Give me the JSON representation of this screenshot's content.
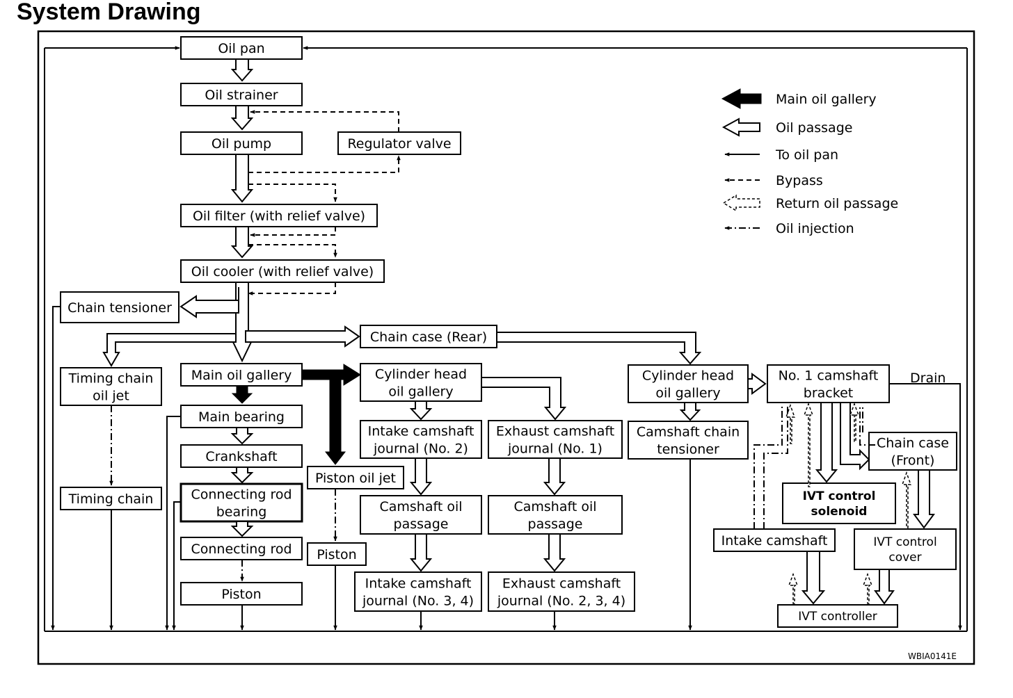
{
  "title": "System Drawing",
  "code": "WBIA0141E",
  "drain_label": "Drain",
  "boxes": {
    "oil_pan": [
      "Oil pan"
    ],
    "oil_strainer": [
      "Oil strainer"
    ],
    "oil_pump": [
      "Oil pump"
    ],
    "regulator_valve": [
      "Regulator valve"
    ],
    "oil_filter": [
      "Oil filter (with relief valve)"
    ],
    "oil_cooler": [
      "Oil cooler (with relief valve)"
    ],
    "chain_tensioner": [
      "Chain tensioner"
    ],
    "chain_case_rear": [
      "Chain case (Rear)"
    ],
    "timing_chain_oil_jet": [
      "Timing chain",
      "oil jet"
    ],
    "main_oil_gallery": [
      "Main oil gallery"
    ],
    "main_bearing": [
      "Main bearing"
    ],
    "crankshaft": [
      "Crankshaft"
    ],
    "connecting_rod_bearing": [
      "Connecting rod",
      "bearing"
    ],
    "connecting_rod": [
      "Connecting rod"
    ],
    "piston_lower": [
      "Piston"
    ],
    "timing_chain": [
      "Timing chain"
    ],
    "piston_oil_jet": [
      "Piston oil jet"
    ],
    "piston_mid": [
      "Piston"
    ],
    "cyl_head_gallery_1": [
      "Cylinder head",
      "oil gallery"
    ],
    "intake_cam_journal_2": [
      "Intake camshaft",
      "journal (No. 2)"
    ],
    "exhaust_cam_journal_1": [
      "Exhaust camshaft",
      "journal (No. 1)"
    ],
    "camshaft_oil_passage_1": [
      "Camshaft oil",
      "passage"
    ],
    "camshaft_oil_passage_2": [
      "Camshaft oil",
      "passage"
    ],
    "intake_cam_journal_34": [
      "Intake camshaft",
      "journal (No. 3, 4)"
    ],
    "exhaust_cam_journal_234": [
      "Exhaust camshaft",
      "journal (No. 2, 3, 4)"
    ],
    "cyl_head_gallery_2": [
      "Cylinder head",
      "oil gallery"
    ],
    "camshaft_chain_tensioner": [
      "Camshaft chain",
      "tensioner"
    ],
    "no1_camshaft_bracket": [
      "No. 1 camshaft",
      "bracket"
    ],
    "chain_case_front": [
      "Chain case",
      "(Front)"
    ],
    "ivt_control_solenoid": [
      "IVT control",
      "solenoid"
    ],
    "intake_camshaft": [
      "Intake camshaft"
    ],
    "ivt_control_cover": [
      "IVT control",
      "cover"
    ],
    "ivt_controller": [
      "IVT controller"
    ]
  },
  "legend": [
    {
      "label": "Main oil gallery",
      "icon": "solid-arrow-icon"
    },
    {
      "label": "Oil passage",
      "icon": "hollow-arrow-icon"
    },
    {
      "label": "To oil pan",
      "icon": "line-arrow-icon"
    },
    {
      "label": "Bypass",
      "icon": "dashed-arrow-icon"
    },
    {
      "label": "Return oil passage",
      "icon": "dashed-hollow-arrow-icon"
    },
    {
      "label": "Oil injection",
      "icon": "dash-dot-arrow-icon"
    }
  ]
}
